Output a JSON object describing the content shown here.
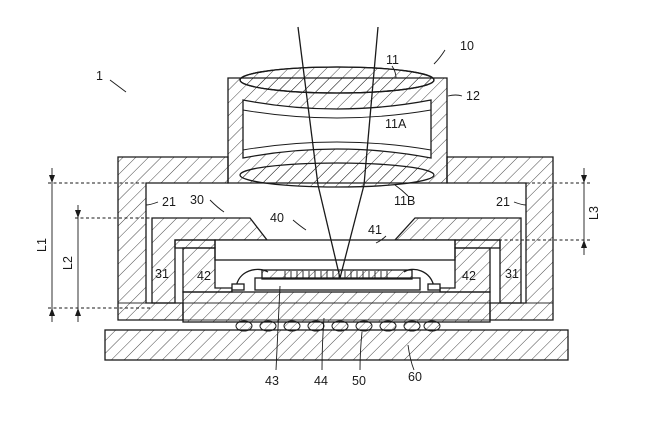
{
  "labels": {
    "device": "1",
    "module": "10",
    "lens": "11",
    "lens_a": "11A",
    "lens_b": "11B",
    "holder": "12",
    "housing_top": "21",
    "housing_top_right": "21",
    "cover": "30",
    "sensor_package": "40",
    "glass": "41",
    "side_left": "42",
    "side_right": "42",
    "sensor": "43",
    "substrate": "44",
    "solder": "50",
    "board": "60",
    "wall_left": "31",
    "wall_right": "31",
    "dim_l1": "L1",
    "dim_l2": "L2",
    "dim_l3": "L3"
  },
  "colors": {
    "ink": "#1a1a1a",
    "background": "#ffffff"
  }
}
